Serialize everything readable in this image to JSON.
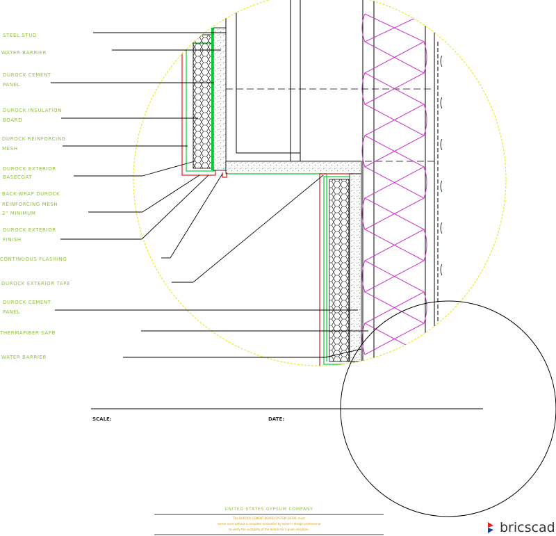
{
  "labels": [
    {
      "line1": "STEEL STUD",
      "line2": ""
    },
    {
      "line1": "WATER BARRIER",
      "line2": ""
    },
    {
      "line1": "DUROCK CEMENT",
      "line2": "PANEL"
    },
    {
      "line1": "DUROCK INSULATION",
      "line2": "BOARD"
    },
    {
      "line1": "DUROCK REINFORCING",
      "line2": "MESH"
    },
    {
      "line1": "DUROCK EXTERIOR",
      "line2": "BASECOAT"
    },
    {
      "line1": "BACK-WRAP DUROCK",
      "line2": "REINFORCING MESH",
      "line3": "2\" MINIMUM"
    },
    {
      "line1": "DUROCK EXTERIOR",
      "line2": "FINISH"
    },
    {
      "line1": "CONTINUOUS FLASHING",
      "line2": ""
    },
    {
      "line1": "DUROCK EXTERIOR TAPE",
      "line2": ""
    },
    {
      "line1": "DUROCK CEMENT",
      "line2": "PANEL"
    },
    {
      "line1": "THERMAFIBER SAFB",
      "line2": ""
    },
    {
      "line1": "WATER BARRIER",
      "line2": ""
    }
  ],
  "titleblock": {
    "scale_label": "SCALE:",
    "date_label": "DATE:"
  },
  "footer": {
    "company": "UNITED STATES GYPSUM COMPANY",
    "line1": "The DUROCK CEMENT BOARD SYSTEM DETAIL must",
    "line2": "not be used without a complete evaluation by owner's design professional",
    "line3": "to verify the suitability of the details for a given situation."
  },
  "brand": {
    "name_a": "brics",
    "name_b": "cad"
  },
  "colors": {
    "label_text": "#8fbf3a",
    "mesh_green": "#00cc33",
    "finish_red": "#e01a1a",
    "insulation_magenta": "#cc33cc",
    "circle_yellow": "#e6e600",
    "linework": "#000000"
  }
}
